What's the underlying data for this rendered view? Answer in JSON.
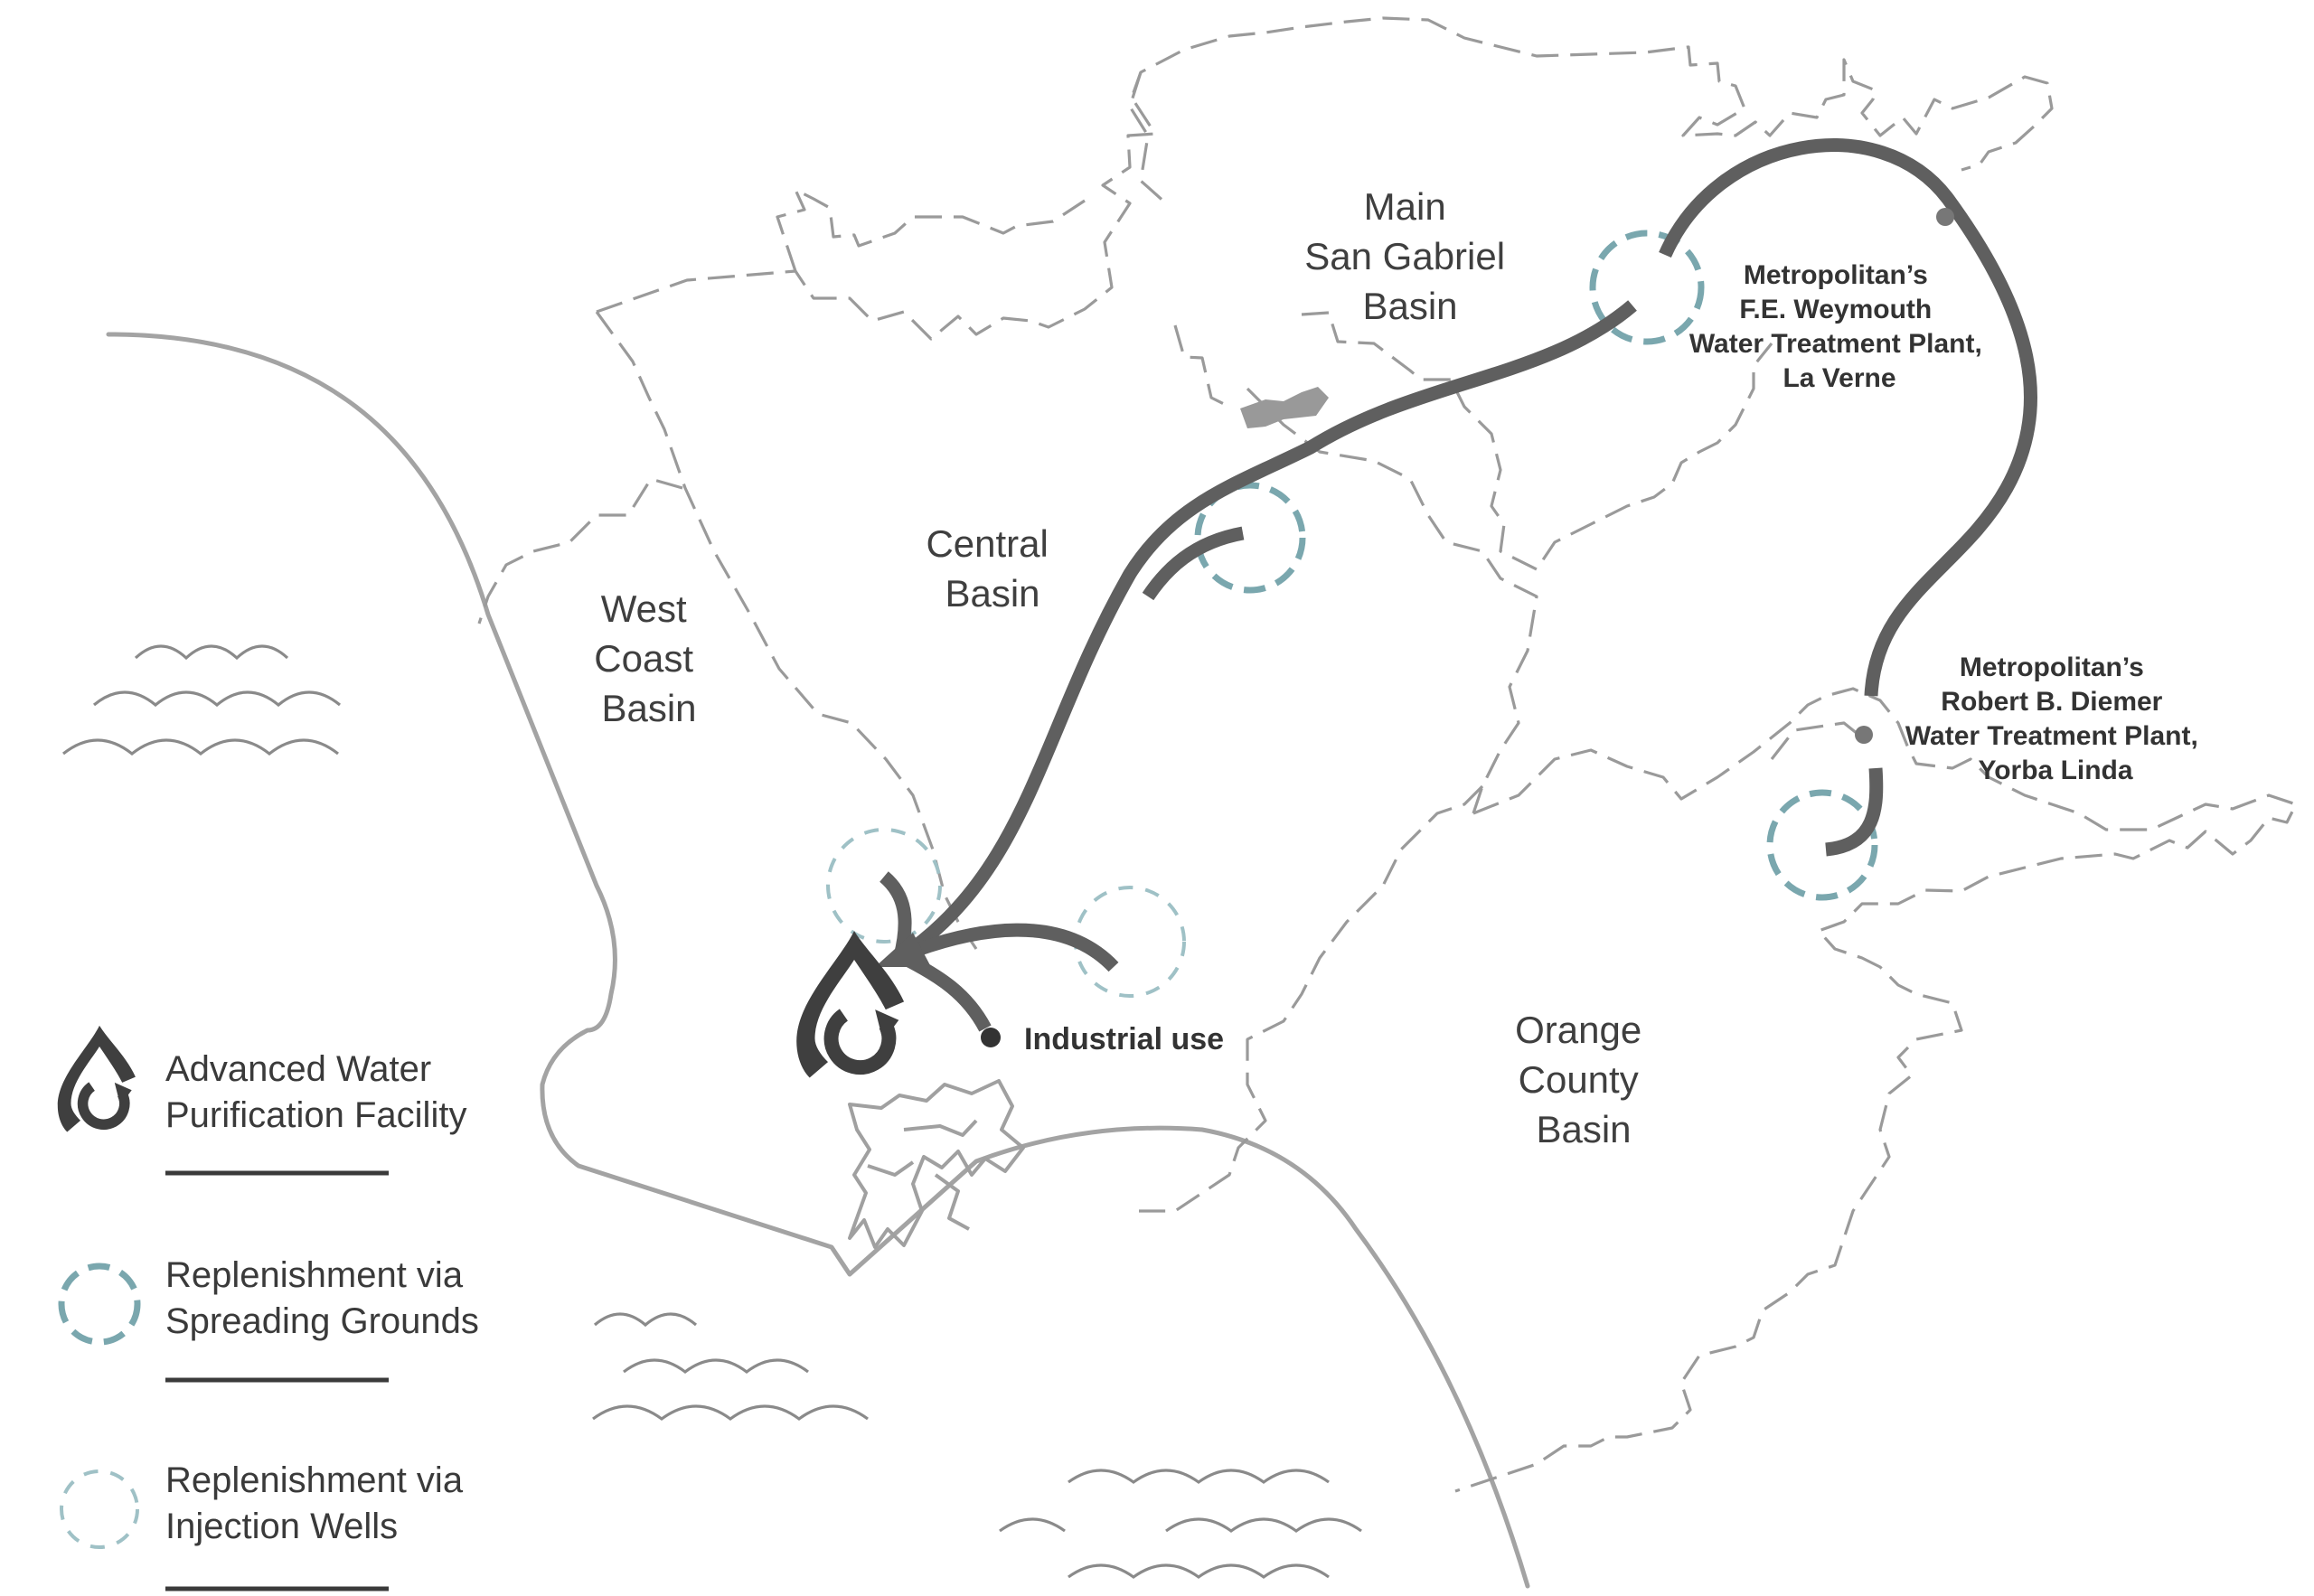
{
  "basins": {
    "main_san_gabriel": [
      "Main",
      "San Gabriel",
      "Basin"
    ],
    "central": [
      "Central",
      "Basin"
    ],
    "west_coast": [
      "West",
      "Coast",
      "Basin"
    ],
    "orange_county": [
      "Orange",
      "County",
      "Basin"
    ]
  },
  "plants": {
    "weymouth": [
      "Metropolitan’s",
      "F.E. Weymouth",
      "Water Treatment Plant,",
      "La Verne"
    ],
    "diemer": [
      "Metropolitan’s",
      "Robert B. Diemer",
      "Water Treatment Plant,",
      "Yorba Linda"
    ]
  },
  "points": {
    "industrial": "Industrial use"
  },
  "legend": {
    "facility": [
      "Advanced Water",
      "Purification Facility"
    ],
    "spreading": [
      "Replenishment via",
      "Spreading Grounds"
    ],
    "injection": [
      "Replenishment via",
      "Injection Wells"
    ]
  },
  "icons": {
    "facility": "water-drop-recycle-icon",
    "spreading": "dashed-circle-icon",
    "injection": "dotted-circle-icon"
  },
  "colors": {
    "flow": "#5f5f5f",
    "spreading": "#7aa7ae",
    "injection": "#9fc1c6",
    "borders": "#9a9a9a",
    "facility": "#3f3f3f",
    "text": "#3a3a3a"
  }
}
